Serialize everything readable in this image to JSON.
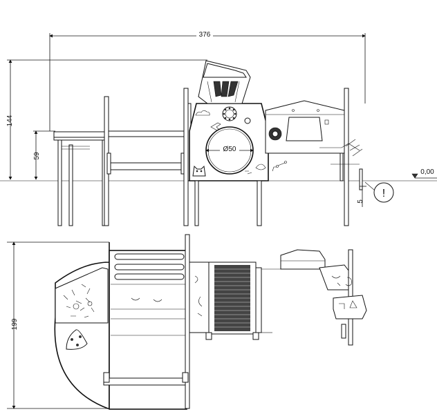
{
  "drawing": {
    "dimensions": {
      "overall_width": "376",
      "overall_height": "144",
      "deck_height": "59",
      "porthole_diameter": "Ø50",
      "ground_level": "0,00",
      "foundation_depth": "5",
      "plan_depth": "199"
    },
    "warning_symbol": "!",
    "views": [
      "front-elevation",
      "top-plan"
    ]
  }
}
